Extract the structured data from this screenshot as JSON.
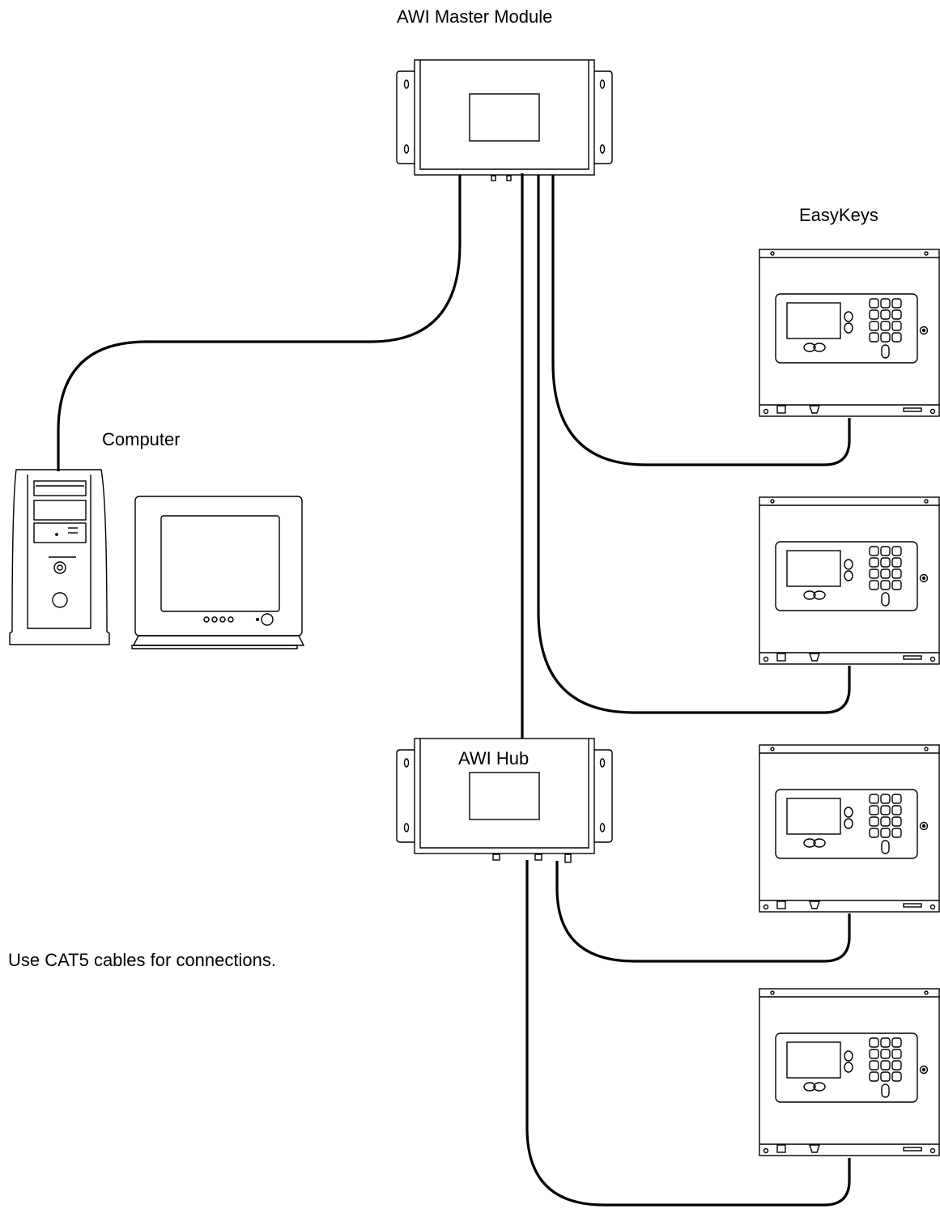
{
  "labels": {
    "master": "AWI Master Module",
    "easykeys": "EasyKeys",
    "computer": "Computer",
    "hub": "AWI Hub",
    "note": "Use CAT5 cables for connections."
  },
  "colors": {
    "line": "#000000",
    "background": "#ffffff"
  }
}
